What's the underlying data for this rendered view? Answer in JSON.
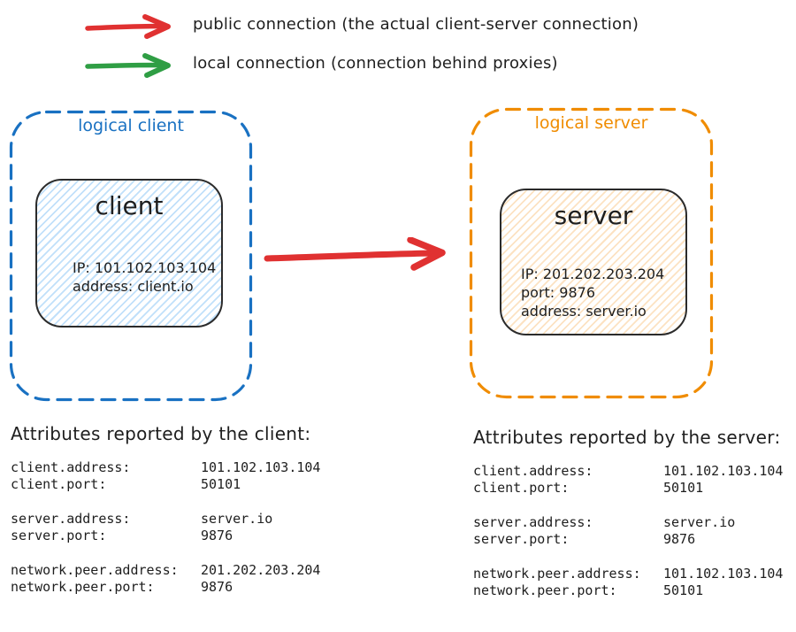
{
  "colors": {
    "public_connection_red": "#e03131",
    "local_connection_green": "#2f9e44",
    "logical_client_blue": "#1971c2",
    "logical_server_orange": "#f08c00",
    "ink": "#1e1e1e"
  },
  "legend": {
    "items": [
      {
        "icon": "public-connection-arrow",
        "label": "public connection (the actual client-server connection)"
      },
      {
        "icon": "local-connection-arrow",
        "label": "local connection (connection behind proxies)"
      }
    ]
  },
  "diagram": {
    "client_group": {
      "label": "logical client",
      "node": {
        "title": "client",
        "lines": [
          "IP: 101.102.103.104",
          "address: client.io"
        ]
      }
    },
    "server_group": {
      "label": "logical server",
      "node": {
        "title": "server",
        "lines": [
          "IP: 201.202.203.204",
          "port: 9876",
          "address: server.io"
        ]
      }
    },
    "connection_arrow": {
      "type": "public",
      "direction": "client-to-server"
    }
  },
  "attributes": {
    "client": {
      "title": "Attributes reported by the client:",
      "groups": [
        {
          "rows": [
            {
              "key": "client.address:",
              "value": "101.102.103.104"
            },
            {
              "key": "client.port:",
              "value": "50101"
            }
          ]
        },
        {
          "rows": [
            {
              "key": "server.address:",
              "value": "server.io"
            },
            {
              "key": "server.port:",
              "value": "9876"
            }
          ]
        },
        {
          "rows": [
            {
              "key": "network.peer.address:",
              "value": "201.202.203.204"
            },
            {
              "key": "network.peer.port:",
              "value": "9876"
            }
          ]
        }
      ]
    },
    "server": {
      "title": "Attributes reported by the server:",
      "groups": [
        {
          "rows": [
            {
              "key": "client.address:",
              "value": "101.102.103.104"
            },
            {
              "key": "client.port:",
              "value": "50101"
            }
          ]
        },
        {
          "rows": [
            {
              "key": "server.address:",
              "value": "server.io"
            },
            {
              "key": "server.port:",
              "value": "9876"
            }
          ]
        },
        {
          "rows": [
            {
              "key": "network.peer.address:",
              "value": "101.102.103.104"
            },
            {
              "key": "network.peer.port:",
              "value": "50101"
            }
          ]
        }
      ]
    }
  }
}
